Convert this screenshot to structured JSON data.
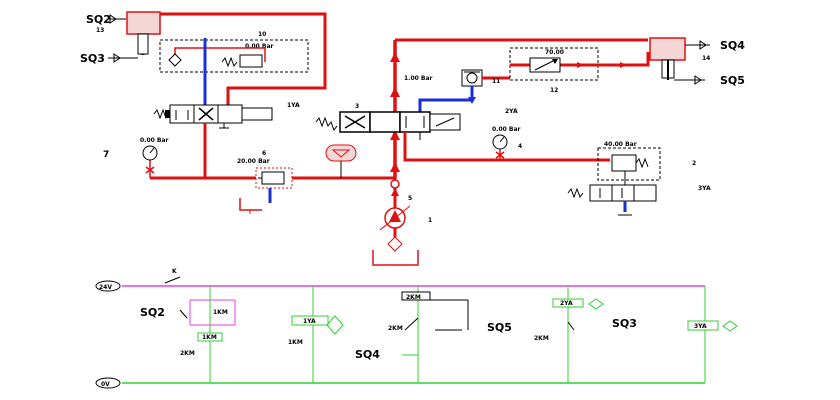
{
  "colors": {
    "pressure_line": "#e01010",
    "return_line": "#1a2fd8",
    "control_rail": "#e040e0",
    "circuit_wire": "#30d030",
    "outline": "#000000"
  },
  "hydraulic": {
    "cylinder_left": {
      "label": "13",
      "sensors": [
        "SQ2",
        "SQ3"
      ]
    },
    "cylinder_right": {
      "label": "14",
      "sensors": [
        "SQ4",
        "SQ5"
      ]
    },
    "pressure_valve_10": {
      "label": "10",
      "gauge": "0.00 Bar"
    },
    "valve_left": {
      "solenoid": "1YA"
    },
    "valve_center": {
      "label": "3",
      "solenoid": "2YA"
    },
    "check_valve": {
      "label": "11",
      "gauge": "1.00 Bar"
    },
    "throttle_12": {
      "label": "12",
      "value": "70.00"
    },
    "gauge_7": {
      "label": "7",
      "reading": "0.00 Bar"
    },
    "relief_6": {
      "label": "6",
      "reading": "20.00 Bar"
    },
    "gauge_4": {
      "label": "4",
      "reading": "0.00 Bar"
    },
    "relief_2": {
      "label": "2",
      "reading": "40.00 Bar",
      "solenoid": "3YA"
    },
    "junction_5": {
      "label": "5"
    },
    "pump": {
      "label": "1"
    }
  },
  "circuit": {
    "rail_top": "24V",
    "rail_bottom": "0V",
    "main_switch": "K",
    "branch1": {
      "switch": "SQ2",
      "contact": "1KM",
      "coil": "1KM"
    },
    "branch2": {
      "coil": "1YA",
      "contact": "1KM"
    },
    "branch3": {
      "relay": "2KM",
      "switch_contact": "2KM",
      "sensor": "SQ5",
      "sensor2": "SQ4"
    },
    "branch4": {
      "coil": "2YA",
      "contact": "2KM",
      "sensor": "SQ3"
    },
    "branch5": {
      "coil": "3YA"
    }
  }
}
